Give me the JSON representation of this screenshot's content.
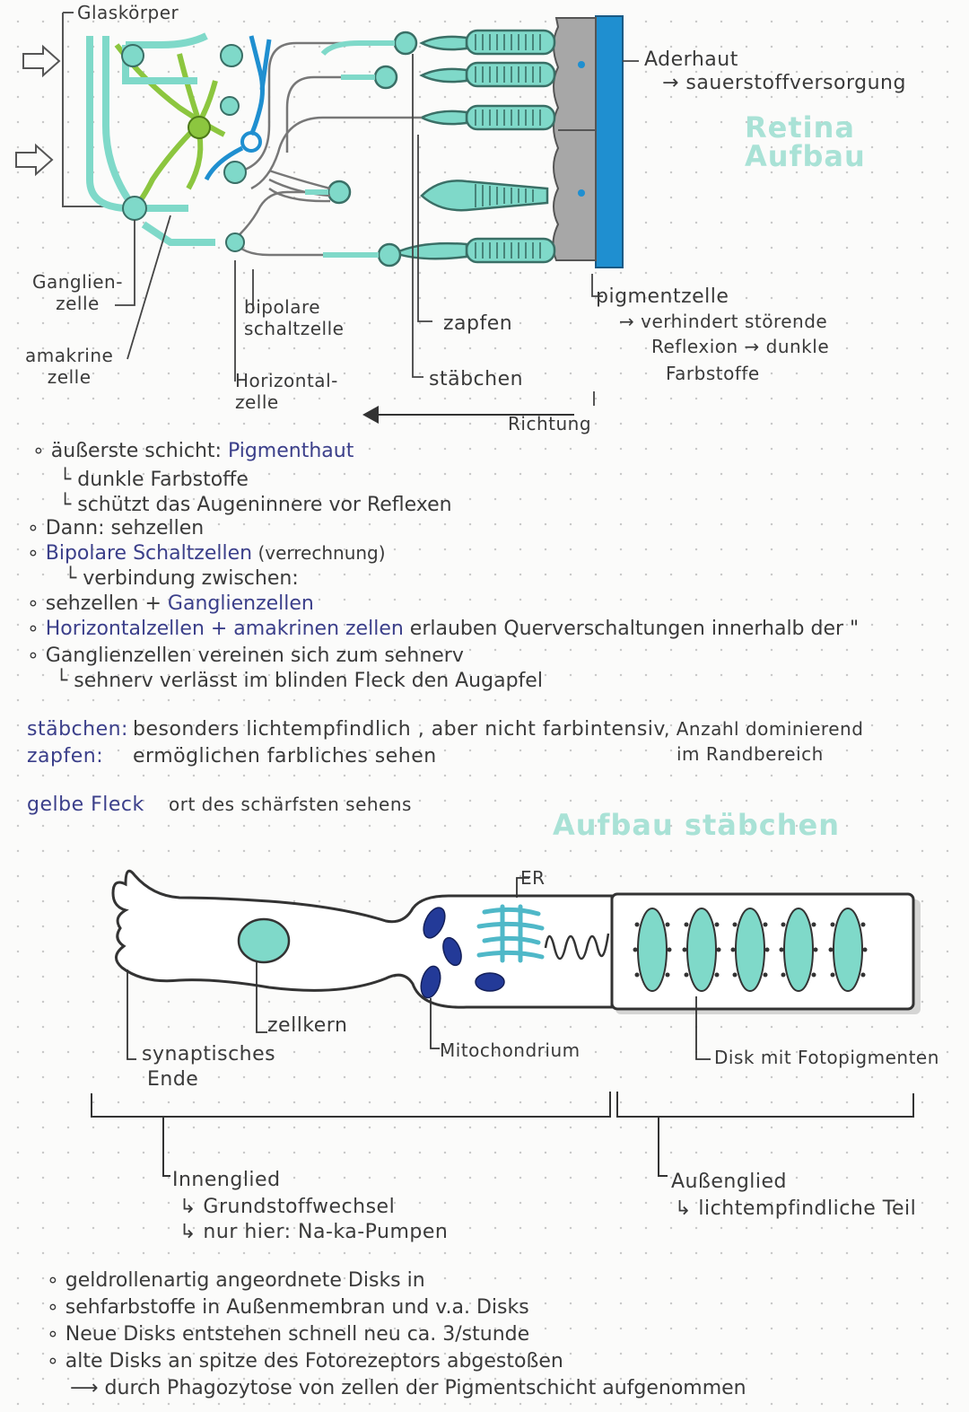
{
  "retina": {
    "heading": "Retina Aufbau",
    "labels": {
      "glaskoerper": "Glaskörper",
      "aderhaut": "Aderhaut",
      "aderhaut_note": "→ sauerstoffversorgung",
      "ganglienzelle": "Ganglien-\nzelle",
      "amakrine": "amakrine\nzelle",
      "bipolare": "bipolare\nschaltzelle",
      "horizontal": "Horizontal-\nzelle",
      "zapfen": "zapfen",
      "staebchen": "stäbchen",
      "pigmentzelle": "pigmentzelle",
      "pigmentzelle_note1": "→ verhindert störende",
      "pigmentzelle_note2": "Reflexion → dunkle",
      "pigmentzelle_note3": "Farbstoffe",
      "richtung": "Richtung"
    },
    "colors": {
      "teal": "#7fd9c9",
      "blue": "#1f8fd0",
      "green": "#8cc63f",
      "grey": "#9a9a9a",
      "dark": "#3b3f8a"
    }
  },
  "notes": [
    {
      "bullet": "∘",
      "text": "äußerste schicht: ",
      "em": "Pigmenthaut"
    },
    {
      "bullet": "└",
      "text": "dunkle Farbstoffe",
      "indent": 1
    },
    {
      "bullet": "└",
      "text": "schützt das Augeninnere vor Reflexen",
      "indent": 1
    },
    {
      "bullet": "∘",
      "text": "Dann: sehzellen"
    },
    {
      "bullet": "∘",
      "em": "Bipolare Schaltzellen",
      "text": " (verrechnung)"
    },
    {
      "bullet": "└",
      "text": "verbindung zwischen:",
      "indent": 1
    },
    {
      "bullet": "∘",
      "text": "sehzellen + ",
      "em": "Ganglienzellen"
    },
    {
      "bullet": "∘",
      "em": "Horizontalzellen + amakrinen zellen",
      "text": " erlauben Querverschaltungen innerhalb der \""
    },
    {
      "bullet": "∘",
      "text": "Ganglienzellen vereinen sich zum sehnerv"
    },
    {
      "bullet": "└",
      "text": "sehnerv verlässt im blinden Fleck den Augapfel",
      "indent": 1
    }
  ],
  "defs": {
    "staebchen_term": "stäbchen:",
    "staebchen_def": "besonders lichtempfindlich , aber nicht farbintensiv",
    "staebchen_extra1": ", Anzahl dominierend",
    "staebchen_extra2": "im Randbereich",
    "zapfen_term": "zapfen:",
    "zapfen_def": "ermöglichen farbliches sehen",
    "gelbe_term": "gelbe Fleck",
    "gelbe_def": "ort des schärfsten sehens"
  },
  "rod": {
    "heading": "Aufbau stäbchen",
    "er": "ER",
    "zellkern": "zellkern",
    "synaptisches": "synaptisches",
    "ende": "Ende",
    "mitochondrium": "Mitochondrium",
    "disk": "Disk mit Fotopigmenten",
    "innenglied": "Innenglied",
    "innen_1": "↳ Grundstoffwechsel",
    "innen_2": "↳ nur hier: Na-ka-Pumpen",
    "aussenglied": "Außenglied",
    "aussen_1": "↳ lichtempfindliche Teil"
  },
  "bottom_notes": [
    {
      "bullet": "∘",
      "text": "geldrollenartig angeordnete Disks   in"
    },
    {
      "bullet": "∘",
      "text": "sehfarbstoffe in Außenmembran und v.a. Disks"
    },
    {
      "bullet": "∘",
      "text": "Neue Disks entstehen schnell neu ca. 3/stunde"
    },
    {
      "bullet": "∘",
      "text": "alte Disks an spitze des Fotorezeptors abgestoßen"
    },
    {
      "bullet": "⟶",
      "text": "durch Phagozytose von zellen der Pigmentschicht aufgenommen",
      "indent": 1
    }
  ]
}
